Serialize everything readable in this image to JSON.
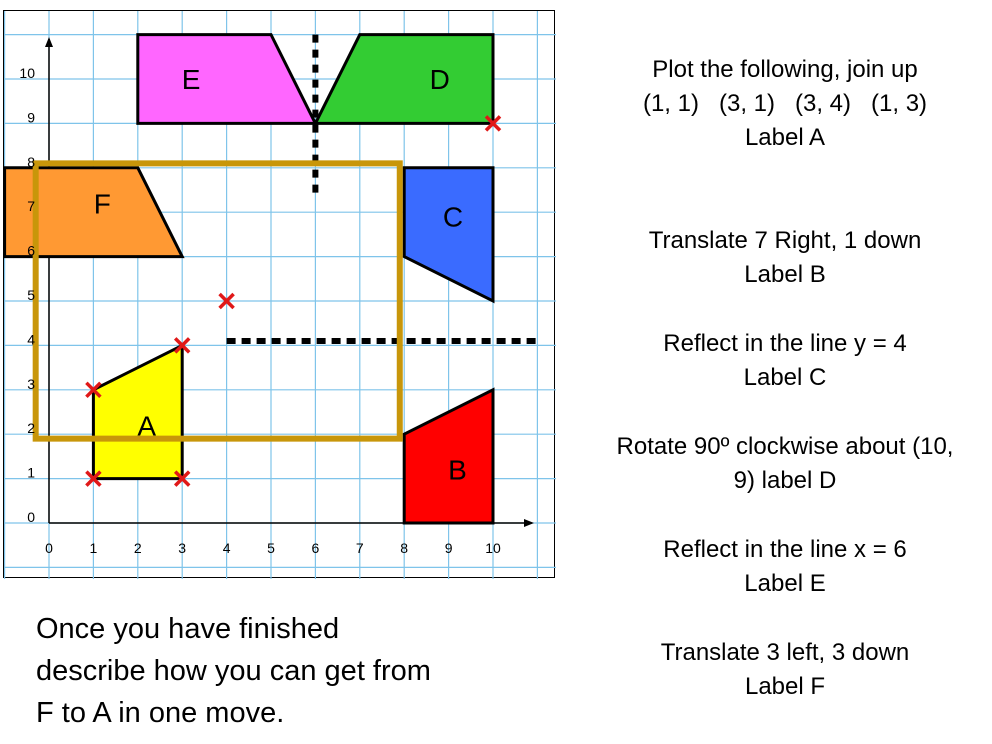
{
  "grid": {
    "x_ticks": [
      "0",
      "1",
      "2",
      "3",
      "4",
      "5",
      "6",
      "7",
      "8",
      "9",
      "10"
    ],
    "y_ticks": [
      "0",
      "1",
      "2",
      "3",
      "4",
      "5",
      "6",
      "7",
      "8",
      "9",
      "10"
    ],
    "colors": {
      "grid": "#7fc4ea",
      "A": "#ffff00",
      "B": "#ff0000",
      "C": "#3a6bff",
      "D": "#33cc33",
      "E": "#ff66ff",
      "F": "#ff9933",
      "frame": "#c8960a",
      "cross": "#e01818"
    },
    "shapes": [
      {
        "label": "A",
        "points": [
          [
            1,
            1
          ],
          [
            3,
            1
          ],
          [
            3,
            4
          ],
          [
            1,
            3
          ]
        ],
        "label_at": [
          2.2,
          2.2
        ]
      },
      {
        "label": "B",
        "points": [
          [
            8,
            0
          ],
          [
            10,
            0
          ],
          [
            10,
            3
          ],
          [
            8,
            2
          ]
        ],
        "label_at": [
          9.2,
          1.2
        ]
      },
      {
        "label": "C",
        "points": [
          [
            8,
            8
          ],
          [
            10,
            8
          ],
          [
            10,
            5
          ],
          [
            8,
            6
          ]
        ],
        "label_at": [
          9.1,
          6.9
        ]
      },
      {
        "label": "D",
        "points": [
          [
            6,
            9
          ],
          [
            10,
            9
          ],
          [
            10,
            11
          ],
          [
            7,
            11
          ]
        ],
        "label_at": [
          8.8,
          10
        ]
      },
      {
        "label": "E",
        "points": [
          [
            6,
            9
          ],
          [
            2,
            9
          ],
          [
            2,
            11
          ],
          [
            5,
            11
          ]
        ],
        "label_at": [
          3.2,
          10
        ]
      },
      {
        "label": "F",
        "points": [
          [
            3,
            6
          ],
          [
            -1,
            6
          ],
          [
            -1,
            8
          ],
          [
            2,
            8
          ]
        ],
        "label_at": [
          1.2,
          7.2
        ]
      }
    ],
    "crosses": [
      [
        1,
        1
      ],
      [
        3,
        1
      ],
      [
        3,
        4
      ],
      [
        1,
        3
      ],
      [
        10,
        9
      ],
      [
        4,
        5
      ]
    ],
    "mirror_x": {
      "x": 6,
      "y_from": 7.3,
      "y_to": 11
    },
    "mirror_y": {
      "y": 4.1,
      "x_from": 4,
      "x_to": 11
    },
    "frame": {
      "x1": -0.3,
      "y1": 1.9,
      "x2": 7.9,
      "y2": 8.1
    }
  },
  "instructions": {
    "a": [
      "Plot the following, join up",
      "(1, 1)   (3, 1)   (3, 4)   (1, 3)",
      "Label A"
    ],
    "b": [
      "Translate 7 Right, 1 down",
      "Label B"
    ],
    "c": [
      "Reflect in the line y = 4",
      "Label C"
    ],
    "d": [
      "Rotate 90º clockwise about (10,",
      "9) label D"
    ],
    "e": [
      "Reflect in the line x = 6",
      "Label E"
    ],
    "f": [
      "Translate 3 left, 3 down",
      "Label F"
    ]
  },
  "bottom_note": [
    "Once you have finished",
    "describe how you can get from",
    "F to A in one move."
  ]
}
